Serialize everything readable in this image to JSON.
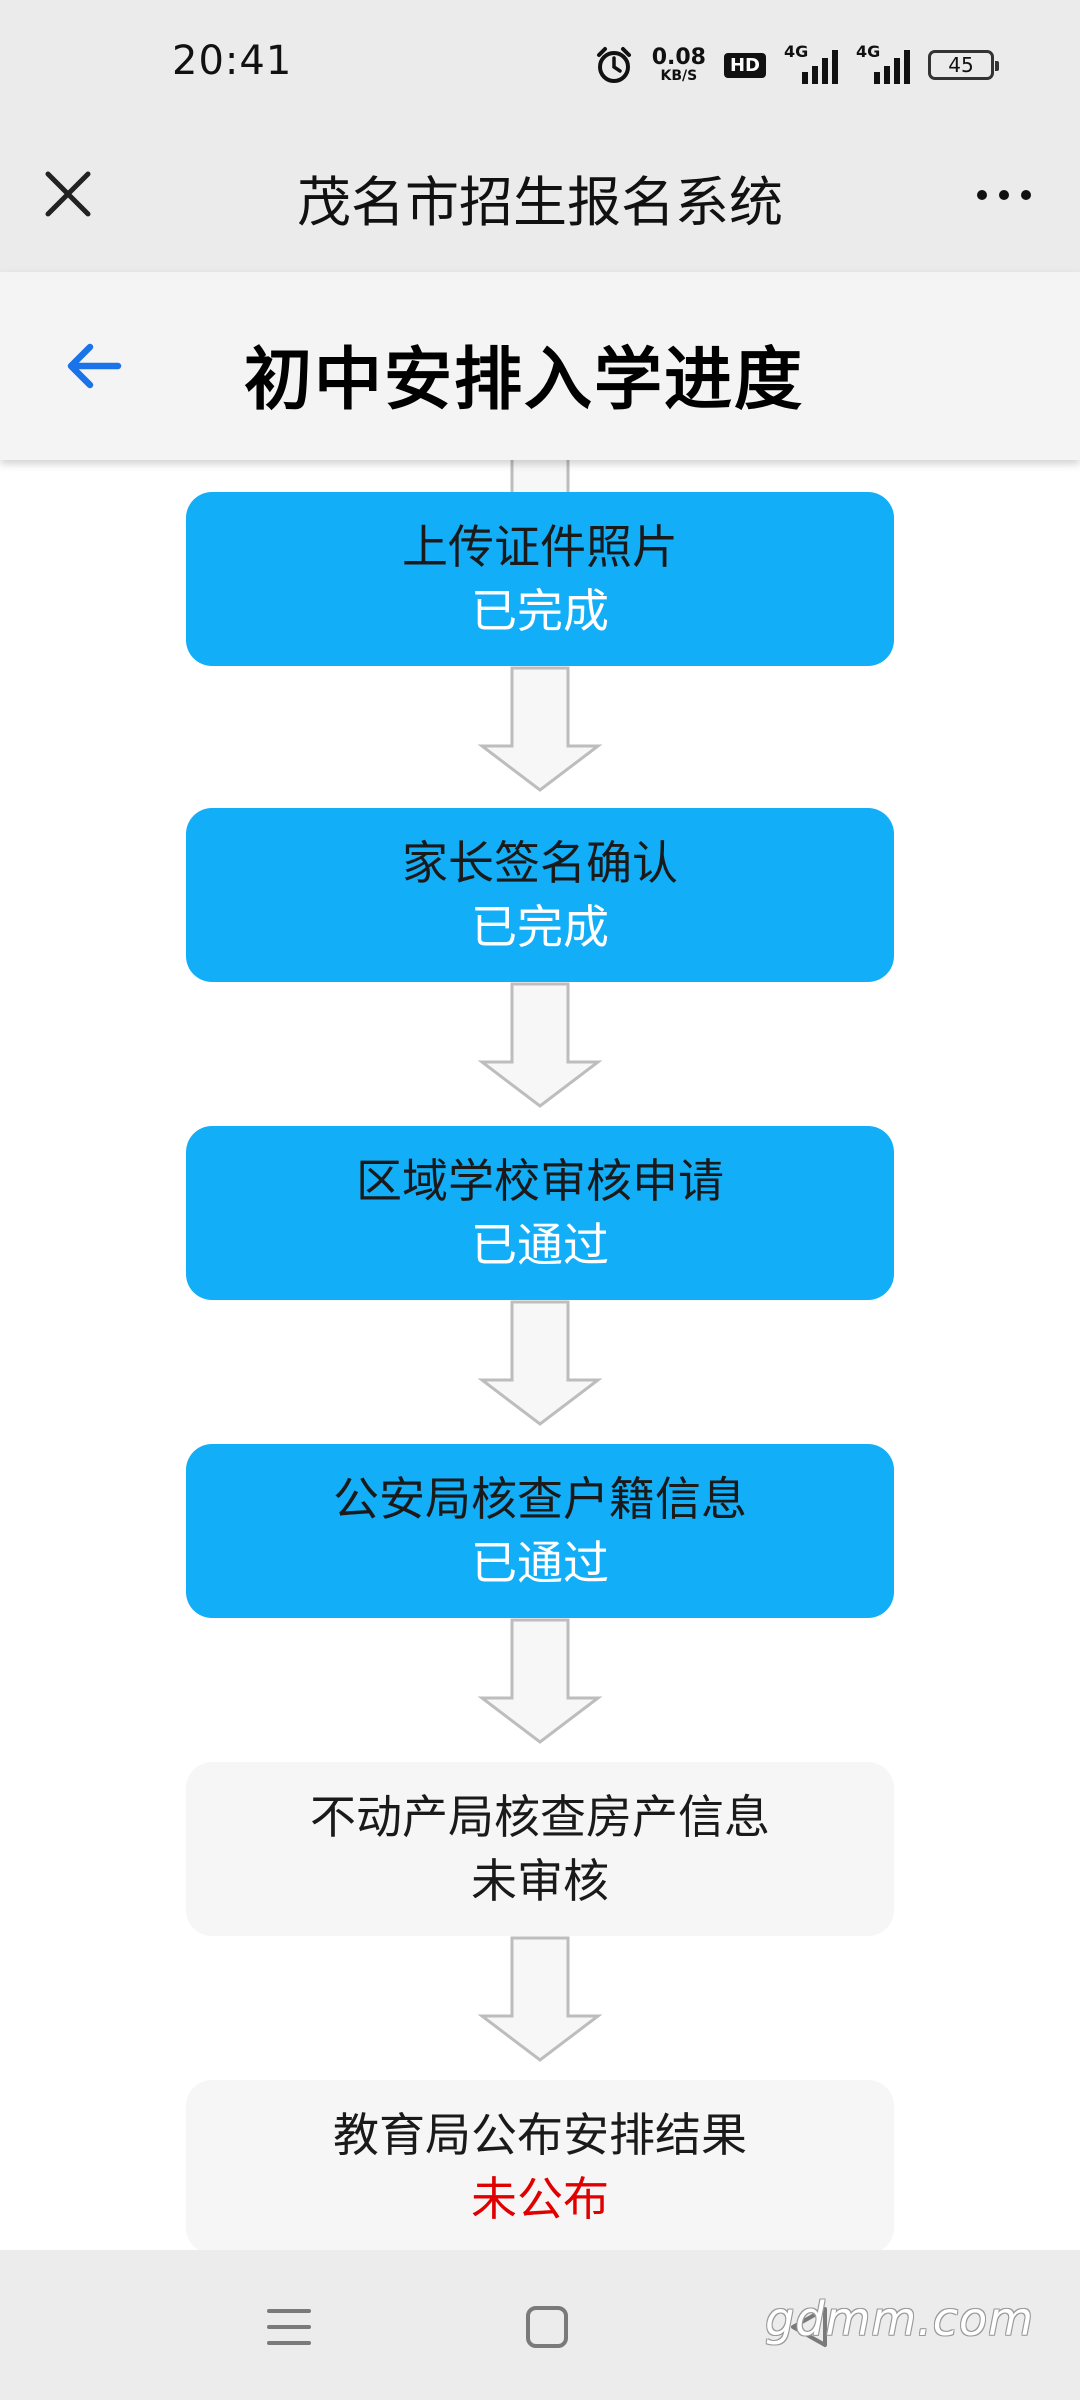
{
  "status_bar": {
    "time": "20:41",
    "net_speed": "0.08",
    "net_unit": "KB/S",
    "hd_label": "HD",
    "sim1_label": "4G",
    "sim2_label": "4G",
    "battery": "45",
    "alarm_icon": "alarm-clock-icon"
  },
  "title_bar": {
    "title": "茂名市招生报名系统",
    "close_icon": "close-icon",
    "more_icon": "more-icon"
  },
  "page_header": {
    "title": "初中安排入学进度",
    "back_icon": "back-arrow-icon",
    "back_color": "#1a73e8"
  },
  "steps": [
    {
      "name": "上传证件照片",
      "status": "已完成",
      "state": "done"
    },
    {
      "name": "家长签名确认",
      "status": "已完成",
      "state": "done"
    },
    {
      "name": "区域学校审核申请",
      "status": "已通过",
      "state": "done"
    },
    {
      "name": "公安局核查户籍信息",
      "status": "已通过",
      "state": "done"
    },
    {
      "name": "不动产局核查房产信息",
      "status": "未审核",
      "state": "pending"
    },
    {
      "name": "教育局公布安排结果",
      "status": "未公布",
      "state": "pending",
      "status_color": "#e00000"
    }
  ],
  "colors": {
    "done_card": "#12aef8",
    "pending_card": "#f6f6f6",
    "bar_bg": "#ebebeb"
  },
  "nav_bar": {
    "menu_icon": "menu-icon",
    "home_icon": "home-square-icon",
    "back_icon": "back-triangle-icon",
    "watermark": "gdmm.com"
  }
}
